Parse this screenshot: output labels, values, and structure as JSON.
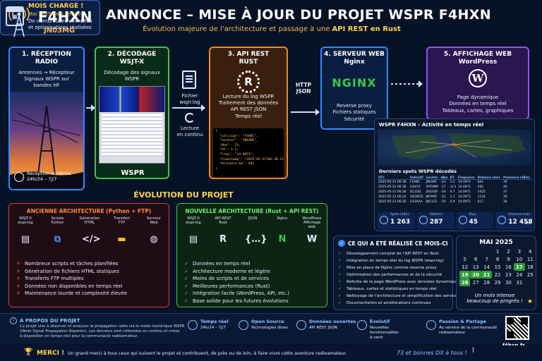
{
  "header": {
    "callsign": "F4HXN",
    "locator": "JN03MG",
    "title": "ANNONCE – MISE À JOUR DU PROJET WSPR F4HXN",
    "subtitle_prefix": "Évolution majeure de l'architecture et passage à une ",
    "subtitle_highlight": "API REST en Rust",
    "month_title": "MOIS CHARGÉ !",
    "month_line1": "Mai 2025 bien rempli",
    "month_line2": "De nombreuses avancées",
    "month_line3": "et optimisations réalisées"
  },
  "steps": [
    {
      "title": "1. RÉCEPTION RADIO",
      "body": "Antennes → Récepteur\nSignaux WSPR sur\nbandes HF",
      "foot": "Réception continue\n24h/24 – 7j/7"
    },
    {
      "title": "2. DÉCODAGE\nWSJT-X",
      "body": "Décodage des signaux\nWSPR",
      "foot": "WSPR"
    },
    {
      "title": "3. API REST\nRUST",
      "body": "Lecture du log WSPR\nTraitement des données\nAPI REST JSON\nTemps réel"
    },
    {
      "title": "4. SERVEUR WEB\nNginx",
      "body": "Reverse proxy\nFichiers statiques\nSécurité",
      "logo": "NGINX"
    },
    {
      "title": "5. AFFICHAGE WEB\nWordPress",
      "body": "Page dynamique\nDonnées en temps réel\nTableaux, cartes, graphiques"
    }
  ],
  "flow": {
    "file_label": "Fichier\nwspr.log",
    "read_label": "Lecture\nen continu",
    "http_label": "HTTP\nJSON"
  },
  "json_sample": "{\n  \"callsign\": \"F4ABC\",\n  \"locator\": \"JN03MG\",\n  \"dbm\": -23,\n  \"dt\": 1.2,\n  \"freq\": \"14.0971\",\n  \"timestamp\": \"2025-05-31T06:38:15Z\",\n  \"distance_km\": 841\n}",
  "live": {
    "title": "WSPR F4HXN – Activité en temps réel",
    "table_title": "Derniers spots WSPR décodés",
    "columns": [
      "UTC",
      "Indicatif",
      "Locator",
      "dBm",
      "DT",
      "Fréquence",
      "Distance (km)",
      "Puissance (dBm)"
    ],
    "rows": [
      [
        "2025-05-31 06:38",
        "F5ABC",
        "JN03KF",
        "-23",
        "1.2",
        "14.0971",
        "841",
        "30"
      ],
      [
        "2025-05-31 06:36",
        "G4XYZ",
        "IO91NM",
        "-17",
        "-0.3",
        "14.0971",
        "592",
        "20"
      ],
      [
        "2025-05-31 06:34",
        "DL1QQ",
        "JO62QR",
        "-24",
        "0.7",
        "14.0971",
        "1022",
        "37"
      ],
      [
        "2025-05-31 06:32",
        "OK2BCD",
        "JN79KE",
        "-21",
        "1.1",
        "14.0971",
        "1134",
        "30"
      ],
      [
        "2025-05-31 06:30",
        "EA3AAA",
        "JN11CE",
        "-19",
        "0.4",
        "14.0971",
        "417",
        "30"
      ]
    ],
    "stats": [
      {
        "label": "Spots (24h)",
        "value": "1 263",
        "unit": ""
      },
      {
        "label": "Stations",
        "value": "287",
        "unit": ""
      },
      {
        "label": "Pays",
        "value": "45",
        "unit": ""
      },
      {
        "label": "Distance max",
        "value": "12 458",
        "unit": "km"
      }
    ]
  },
  "evolution_title": "ÉVOLUTION DU PROJET",
  "old_arch": {
    "title": "ANCIENNE ARCHITECTURE (Python + FTP)",
    "icons": [
      "WSJT-X\nwspr.log",
      "Scripts\nPython",
      "Génération\nHTML",
      "Transfert\nFTP",
      "Serveur\nWeb"
    ],
    "items": [
      "Nombreux scripts et tâches planifiées",
      "Génération de fichiers HTML statiques",
      "Transferts FTP multiples",
      "Données non disponibles en temps réel",
      "Maintenance lourde et complexité élevée"
    ]
  },
  "new_arch": {
    "title": "NOUVELLE ARCHITECTURE (Rust + API REST)",
    "icons": [
      "WSJT-X\nwspr.log",
      "API REST\nRust",
      "JSON",
      "Nginx",
      "WordPress\nAffichage\nweb"
    ],
    "items": [
      "Données en temps réel",
      "Architecture moderne et légère",
      "Moins de scripts et de services",
      "Meilleures performances (Rust)",
      "Intégration facile (WordPress, API, etc.)",
      "Base solide pour les futures évolutions"
    ]
  },
  "done": {
    "title": "CE QUI A ÉTÉ RÉALISÉ CE MOIS-CI",
    "items": [
      "Développement complet de l'API REST en Rust",
      "Intégration en temps réel du log WSPR (wspr.log)",
      "Mise en place de Nginx comme reverse proxy",
      "Optimisation des performances et de la sécurité",
      "Refonte de la page WordPress avec données dynamiques",
      "Tableaux, cartes et statistiques en temps réel",
      "Nettoyage de l'architecture et simplification des services",
      "Documentation et améliorations continues"
    ]
  },
  "calendar": {
    "title": "MAI 2025",
    "weeks": [
      [
        "",
        "",
        "",
        "1",
        "2",
        "3",
        "4"
      ],
      [
        "5",
        "6",
        "7",
        "8",
        "9",
        "10",
        "11"
      ],
      [
        "12",
        "13",
        "14",
        "15",
        "16",
        "17",
        "18"
      ],
      [
        "19",
        "20",
        "21",
        "22",
        "23",
        "24",
        "25"
      ],
      [
        "26",
        "27",
        "28",
        "29",
        "30",
        "31",
        ""
      ]
    ],
    "highlighted": [
      "17",
      "19",
      "20",
      "21",
      "26"
    ],
    "caption": "Un mois intense\nbeaucoup de progrès !"
  },
  "footer": {
    "about_title": "À PROPOS DU PROJET",
    "about_text": "Ce projet vise à observer et analyser la propagation radio via le mode numérique WSPR\n(Weak Signal Propagation Reporter). Les données sont collectées en continu et mises\nà disposition en temps réel pour la communauté radioamateur.",
    "items": [
      {
        "title": "Temps réel",
        "text": "24h/24 – 7j/7"
      },
      {
        "title": "Open Source",
        "text": "Technologies libres"
      },
      {
        "title": "Données ouvertes",
        "text": "API REST JSON"
      },
      {
        "title": "Évolutif",
        "text": "Nouvelles fonctionnalités\nà venir"
      },
      {
        "title": "Passion & Partage",
        "text": "Au service de la communauté\nradioamateur"
      }
    ],
    "site": "f4hxn.fr",
    "thanks_title": "MERCI !",
    "thanks_text": "Un grand merci à tous ceux qui suivent le projet et contribuent, de près ou de loin, à faire vivre cette aventure radioamateur.",
    "signoff": "73 et bonnes DX à tous !"
  },
  "colors": {
    "bg": "#061226",
    "blue": "#2f8cff",
    "green": "#46c24a",
    "orange": "#f08a1c",
    "purple": "#9a52f0",
    "red": "#e03a3a"
  }
}
